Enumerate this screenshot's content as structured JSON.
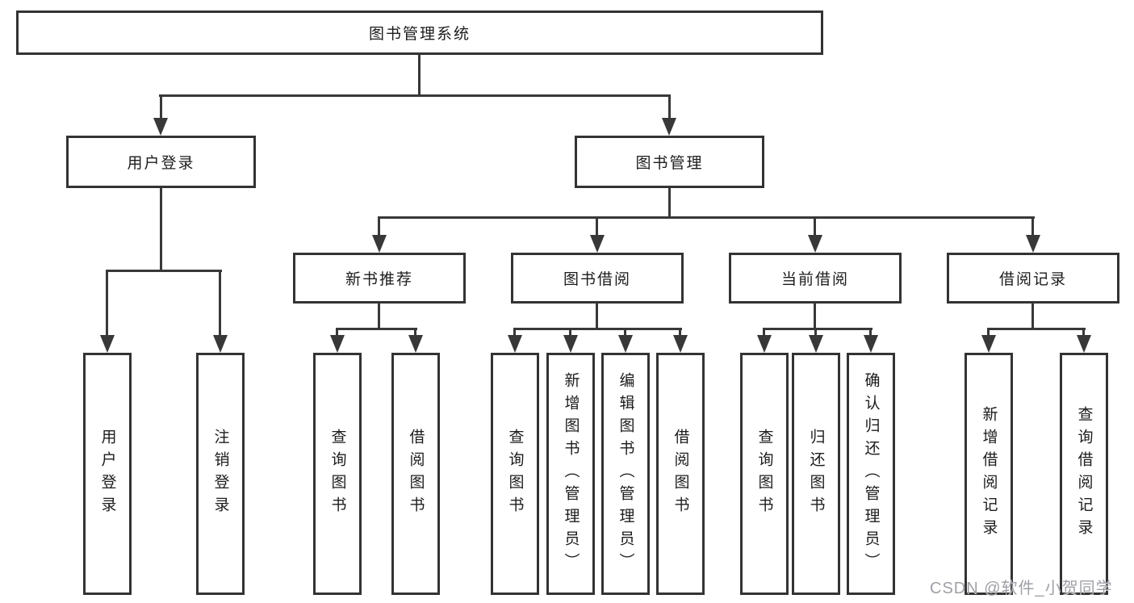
{
  "title": "图书管理系统",
  "watermark": "CSDN @软件_小贺同学",
  "colors": {
    "line": "#383838",
    "border": "#333333",
    "text": "#1c1c1c",
    "background": "#ffffff",
    "watermark": "#9fa0a6"
  },
  "tree": {
    "label": "图书管理系统",
    "children": [
      {
        "label": "用户登录",
        "children": [
          {
            "label": "用户登录"
          },
          {
            "label": "注销登录"
          }
        ]
      },
      {
        "label": "图书管理",
        "children": [
          {
            "label": "新书推荐",
            "children": [
              {
                "label": "查询图书"
              },
              {
                "label": "借阅图书"
              }
            ]
          },
          {
            "label": "图书借阅",
            "children": [
              {
                "label": "查询图书"
              },
              {
                "label": "新增图书（管理员）"
              },
              {
                "label": "编辑图书（管理员）"
              },
              {
                "label": "借阅图书"
              }
            ]
          },
          {
            "label": "当前借阅",
            "children": [
              {
                "label": "查询图书"
              },
              {
                "label": "归还图书"
              },
              {
                "label": "确认归还（管理员）"
              }
            ]
          },
          {
            "label": "借阅记录",
            "children": [
              {
                "label": "新增借阅记录"
              },
              {
                "label": "查询借阅记录"
              }
            ]
          }
        ]
      }
    ]
  }
}
